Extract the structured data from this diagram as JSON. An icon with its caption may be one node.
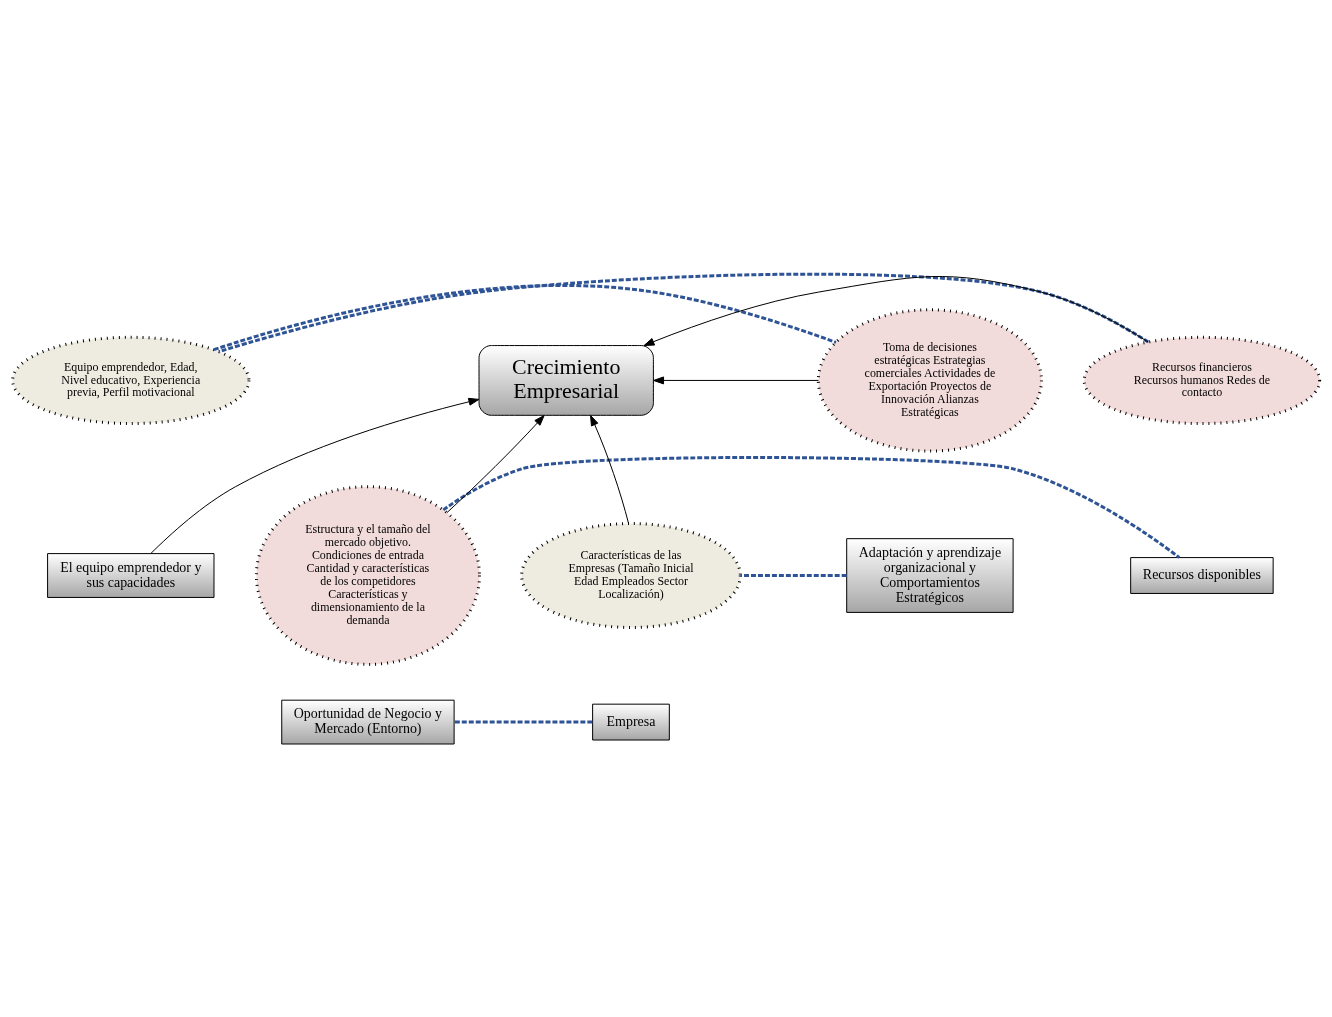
{
  "diagram": {
    "nodes": [
      {
        "text": [
          "Equipo emprendedor, Edad, Nivel educativo, Experiencia previa, Perfil motivacional"
        ]
      },
      {
        "text": [
          "El equipo emprendedor y sus capacidades"
        ]
      },
      {
        "text": [
          "Recursos financieros Recursos humanos Redes de contacto"
        ]
      },
      {
        "text": [
          "Recursos disponibles"
        ]
      },
      {
        "text": [
          "Crecimiento Empresarial"
        ]
      },
      {
        "text": [
          "Toma de decisiones estratégicas Estrategias comerciales Actividades de Exportación Proyectos de Innovación Alianzas Estratégicas"
        ]
      },
      {
        "text": [
          "Adaptación y aprendizaje organizacional y Comportamientos Estratégicos"
        ]
      },
      {
        "text": [
          "Estructura y el tamaño del mercado objetivo. Condiciones de entrada Cantidad y características de los competidores Características y dimensionamiento de la demanda"
        ]
      },
      {
        "text": [
          "Oportunidad de Negocio y Mercado (Entorno)"
        ]
      },
      {
        "text": [
          "Características de las Empresas (Tamaño Inicial Edad Empleados Sector Localización)"
        ]
      },
      {
        "text": [
          "Empresa"
        ]
      }
    ],
    "edges": [
      {
        "from": 1,
        "to": 4,
        "arrow": "to"
      },
      {
        "from": 2,
        "to": 4,
        "arrow": "to"
      },
      {
        "from": 5,
        "to": 4,
        "arrow": "to"
      },
      {
        "from": 7,
        "to": 4,
        "arrow": "to"
      },
      {
        "from": 9,
        "to": 4,
        "arrow": "to"
      },
      {
        "from": 2,
        "to": 0,
        "arrow": "none",
        "style": "dashed",
        "color": "#2f5496"
      },
      {
        "from": 0,
        "to": 5,
        "arrow": "none",
        "style": "dashed",
        "color": "#2f5496"
      },
      {
        "from": 6,
        "to": 9,
        "arrow": "none",
        "style": "dashed",
        "color": "#2f5496"
      },
      {
        "from": 10,
        "to": 8,
        "arrow": "none",
        "style": "dashed",
        "color": "#2f5496"
      },
      {
        "from": 7,
        "to": 3,
        "arrow": "none",
        "style": "dashed",
        "color": "#2f5496"
      }
    ]
  }
}
